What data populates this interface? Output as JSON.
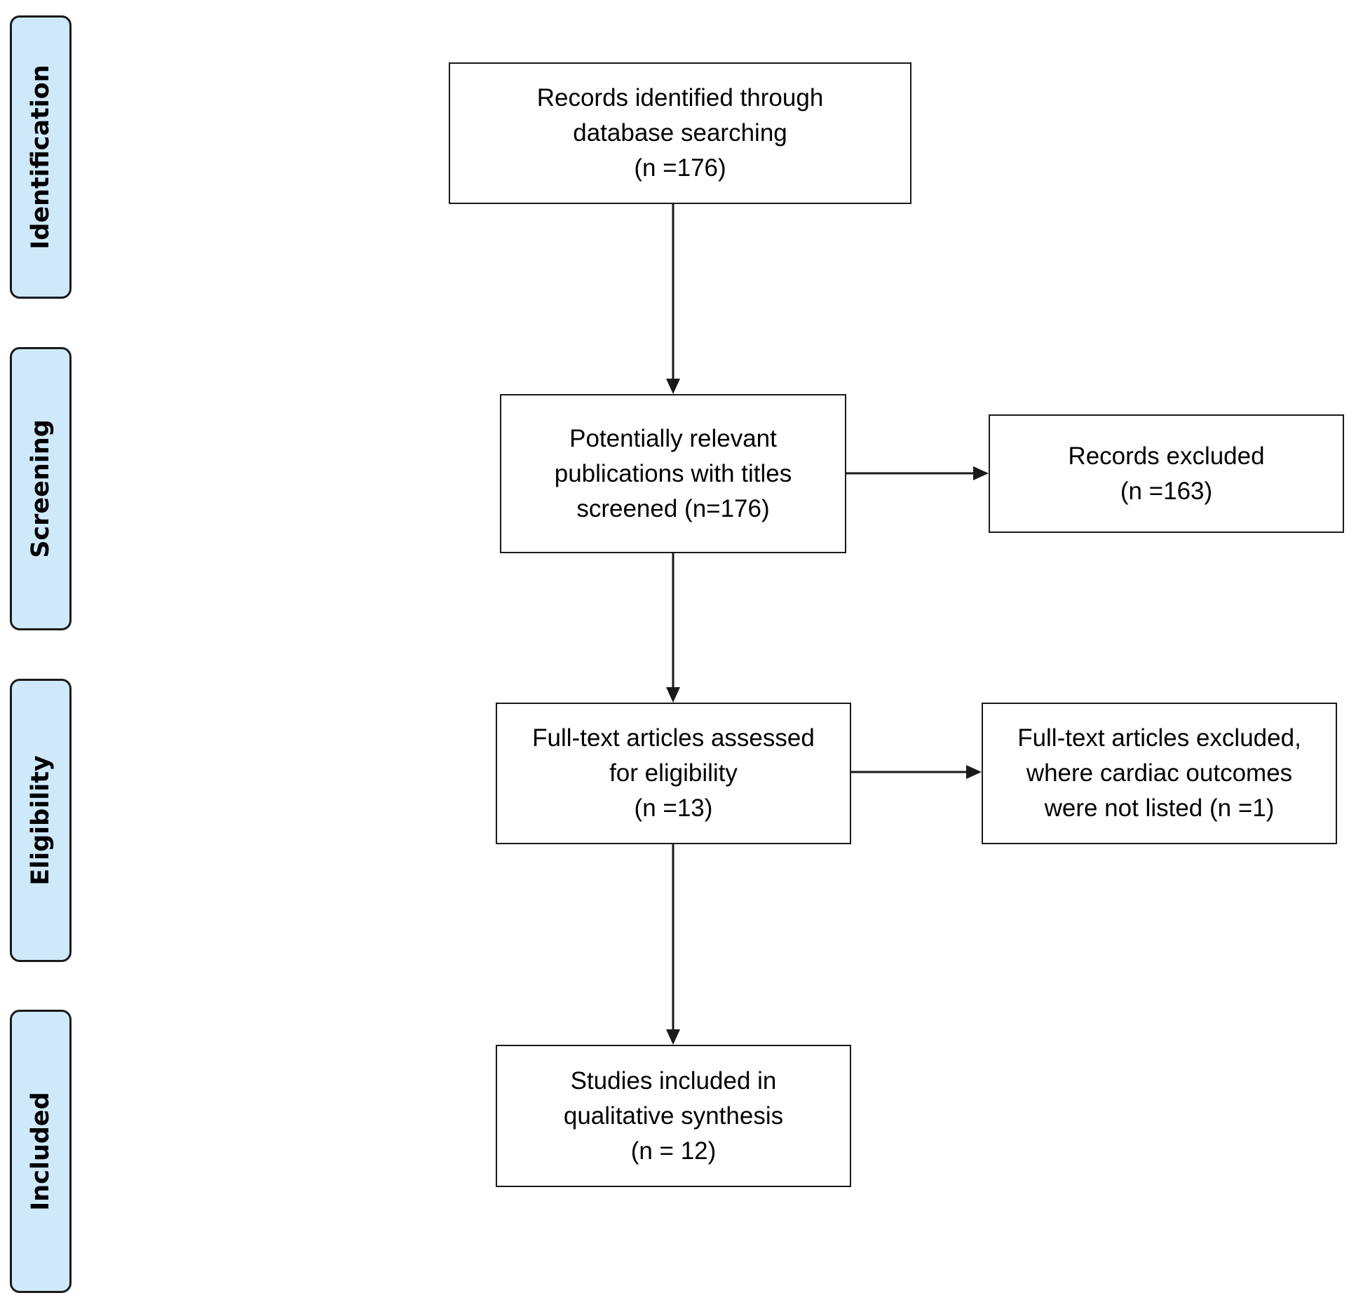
{
  "stages": [
    "Identification",
    "Screening",
    "Eligibility",
    "Included"
  ],
  "boxes": {
    "identified": "Records identified through\ndatabase searching\n(n =176)",
    "screened": "Potentially relevant\npublications with titles\nscreened (n=176)",
    "excluded": "Records excluded\n(n =163)",
    "assessed": "Full-text articles assessed\nfor eligibility\n(n =13)",
    "fulltext_excluded": "Full-text articles excluded,\nwhere cardiac outcomes\nwere not listed (n =1)",
    "included": "Studies included in\nqualitative synthesis\n(n = 12)"
  },
  "colors": {
    "stage_fill": "#cfe9fb",
    "stroke": "#1a1a1a"
  }
}
